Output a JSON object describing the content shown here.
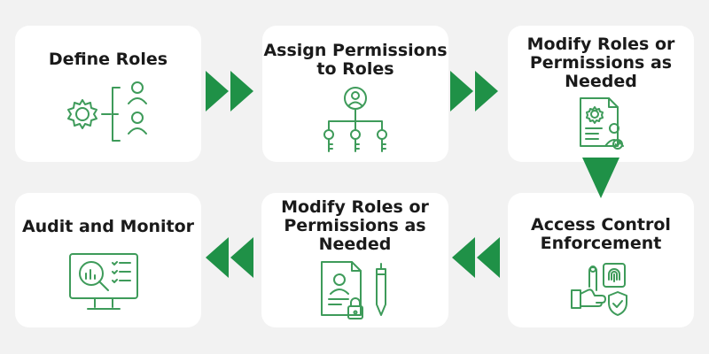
{
  "steps": [
    {
      "title": "Define Roles",
      "icon": "gear-roles-icon"
    },
    {
      "title": "Assign Permissions to Roles",
      "icon": "user-hierarchy-keys-icon"
    },
    {
      "title": "Modify Roles or Permissions as Needed",
      "icon": "document-settings-user-icon"
    },
    {
      "title": "Access Control Enforcement",
      "icon": "fingerprint-shield-icon"
    },
    {
      "title": "Modify Roles or Permissions as Needed",
      "icon": "document-lock-pen-icon"
    },
    {
      "title": "Audit and Monitor",
      "icon": "monitor-analytics-icon"
    }
  ],
  "colors": {
    "accent": "#1f9147",
    "icon": "#3e9b5a",
    "background": "#f2f2f2",
    "card": "#ffffff"
  }
}
